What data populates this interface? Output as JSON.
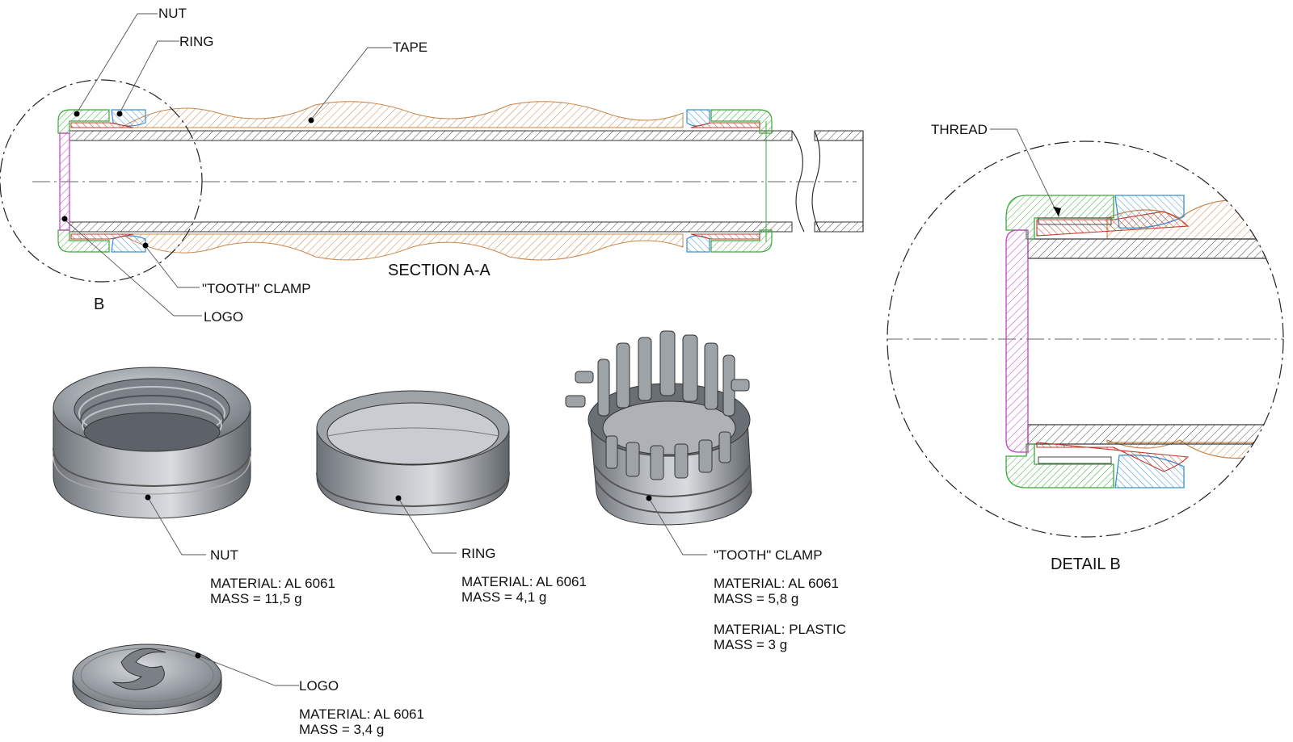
{
  "section": {
    "title": "SECTION A-A",
    "detail_ref": "B",
    "callouts": {
      "nut": "NUT",
      "ring": "RING",
      "tape": "TAPE",
      "tooth_clamp": "\"TOOTH\" CLAMP",
      "logo": "LOGO"
    }
  },
  "detail": {
    "title": "DETAIL B",
    "thread": "THREAD"
  },
  "parts": {
    "nut": {
      "name": "NUT",
      "material": "MATERIAL: AL 6061",
      "mass": "MASS = 11,5 g"
    },
    "ring": {
      "name": "RING",
      "material": "MATERIAL: AL 6061",
      "mass": "MASS = 4,1 g"
    },
    "clamp": {
      "name": "\"TOOTH\" CLAMP",
      "material": "MATERIAL: AL 6061",
      "mass": "MASS = 5,8 g",
      "material2": "MATERIAL: PLASTIC",
      "mass2": "MASS = 3 g"
    },
    "logo": {
      "name": "LOGO",
      "material": "MATERIAL: AL 6061",
      "mass": "MASS = 3,4 g"
    }
  },
  "colors": {
    "nut": "#3aa83a",
    "ring": "#3a8fd0",
    "tape": "#c8864a",
    "clamp": "#c0392b",
    "logo": "#c040c0",
    "tube": "#333333",
    "metal": "#8d9298"
  }
}
